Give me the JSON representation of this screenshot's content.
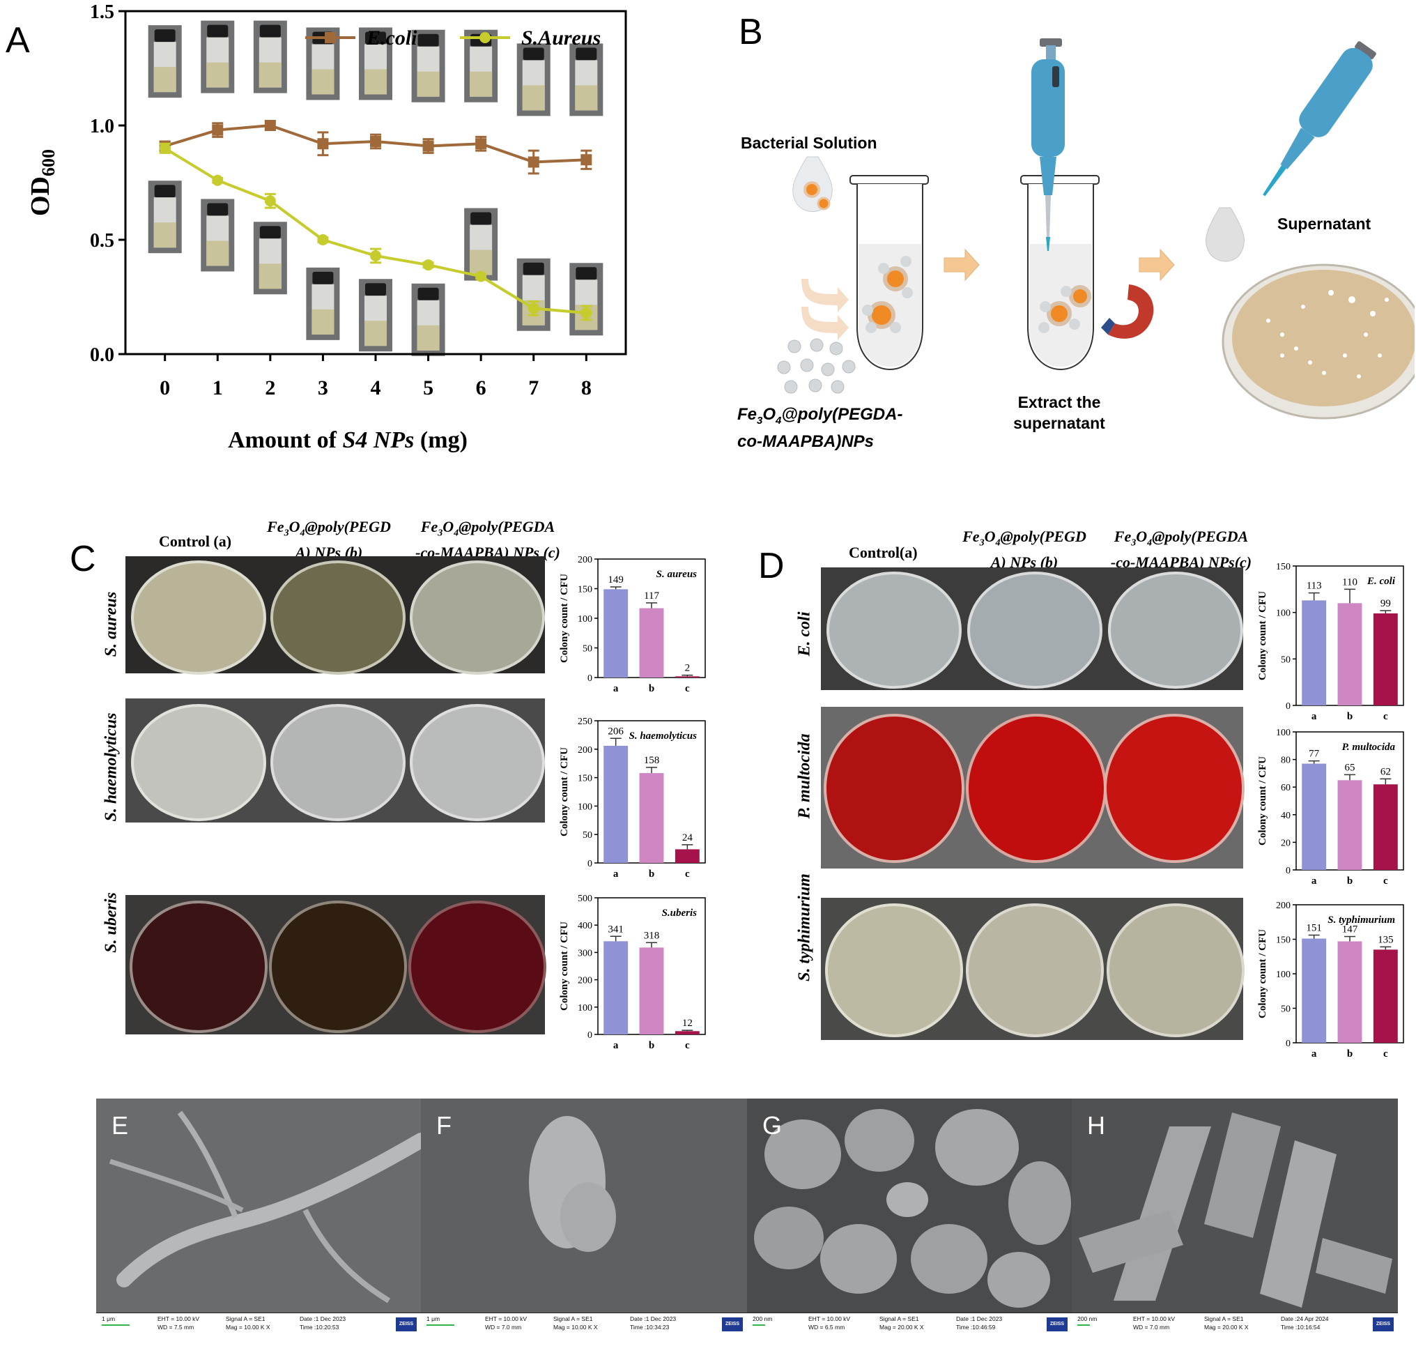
{
  "panels": {
    "A": "A",
    "B": "B",
    "C": "C",
    "D": "D",
    "E": "E",
    "F": "F",
    "G": "G",
    "H": "H"
  },
  "colors": {
    "ecoli": "#a0693a",
    "saureus": "#c6cc2b",
    "bar_a": "#8f93d6",
    "bar_b": "#cf87c4",
    "bar_c": "#a6124a"
  },
  "chart_data": [
    {
      "type": "line",
      "panel": "A",
      "x": [
        0,
        1,
        2,
        3,
        4,
        5,
        6,
        7,
        8
      ],
      "xlabel_prefix": "Amount of ",
      "xlabel_italic": "S4 NPs",
      "xlabel_suffix": " (mg)",
      "ylabel": "OD",
      "ylabel_sub": "600",
      "ylim": [
        0,
        1.5
      ],
      "yticks": [
        "0.0",
        "0.5",
        "1.0",
        "1.5"
      ],
      "legend_position": "top",
      "series": [
        {
          "name": "E.coli",
          "color": "#a0693a",
          "marker": "square",
          "values": [
            0.91,
            0.98,
            1.0,
            0.92,
            0.93,
            0.91,
            0.92,
            0.84,
            0.85
          ],
          "errors": [
            0.02,
            0.03,
            0.02,
            0.05,
            0.03,
            0.03,
            0.03,
            0.05,
            0.04
          ]
        },
        {
          "name": "S.Aureus",
          "color": "#c6cc2b",
          "marker": "circle",
          "values": [
            0.9,
            0.76,
            0.67,
            0.5,
            0.43,
            0.39,
            0.34,
            0.2,
            0.18
          ],
          "errors": [
            0.02,
            0.01,
            0.03,
            0.01,
            0.03,
            0.01,
            0.01,
            0.03,
            0.03
          ]
        }
      ]
    },
    {
      "type": "bar",
      "panel": "C",
      "title": "S. aureus",
      "categories": [
        "a",
        "b",
        "c"
      ],
      "values": [
        149,
        117,
        2
      ],
      "errors": [
        4,
        9,
        2
      ],
      "ylim": [
        0,
        200
      ],
      "yticks": [
        "0",
        "50",
        "100",
        "150",
        "200"
      ],
      "ylabel": "Colony count / CFU"
    },
    {
      "type": "bar",
      "panel": "C",
      "title": "S. haemolyticus",
      "categories": [
        "a",
        "b",
        "c"
      ],
      "values": [
        206,
        158,
        24
      ],
      "errors": [
        13,
        10,
        8
      ],
      "ylim": [
        0,
        250
      ],
      "yticks": [
        "0",
        "50",
        "100",
        "150",
        "200",
        "250"
      ],
      "ylabel": "Colony count / CFU"
    },
    {
      "type": "bar",
      "panel": "C",
      "title": "S.uberis",
      "categories": [
        "a",
        "b",
        "c"
      ],
      "values": [
        341,
        318,
        12
      ],
      "errors": [
        18,
        18,
        3
      ],
      "ylim": [
        0,
        500
      ],
      "yticks": [
        "0",
        "100",
        "200",
        "300",
        "400",
        "500"
      ],
      "ylabel": "Colony count / CFU"
    },
    {
      "type": "bar",
      "panel": "D",
      "title": "E. coli",
      "categories": [
        "a",
        "b",
        "c"
      ],
      "values": [
        113,
        110,
        99
      ],
      "errors": [
        8,
        15,
        3
      ],
      "ylim": [
        0,
        150
      ],
      "yticks": [
        "0",
        "50",
        "100",
        "150"
      ],
      "ylabel": "Colony count / CFU"
    },
    {
      "type": "bar",
      "panel": "D",
      "title": "P. multocida",
      "categories": [
        "a",
        "b",
        "c"
      ],
      "values": [
        77,
        65,
        62
      ],
      "errors": [
        2,
        4,
        4
      ],
      "ylim": [
        0,
        100
      ],
      "yticks": [
        "0",
        "20",
        "40",
        "60",
        "80",
        "100"
      ],
      "ylabel": "Colony count / CFU"
    },
    {
      "type": "bar",
      "panel": "D",
      "title": "S. typhimurium",
      "categories": [
        "a",
        "b",
        "c"
      ],
      "values": [
        151,
        147,
        135
      ],
      "errors": [
        5,
        7,
        4
      ],
      "ylim": [
        0,
        200
      ],
      "yticks": [
        "0",
        "50",
        "100",
        "150",
        "200"
      ],
      "ylabel": "Colony count / CFU"
    }
  ],
  "diagram_B": {
    "bacterial_solution": "Bacterial Solution",
    "np_line1": "Fe",
    "np_sub1": "3",
    "np_mid": "O",
    "np_sub2": "4",
    "np_rest1": "@poly(PEGDA-",
    "np_line2": "co-MAAPBA)NPs",
    "extract_line1": "Extract the",
    "extract_line2": "supernatant",
    "supernatant": "Supernatant"
  },
  "panel_C": {
    "col_a": "Control (a)",
    "col_b_1": "Fe",
    "col_b_sub1": "3",
    "col_b_mid": "O",
    "col_b_sub2": "4",
    "col_b_rest": "@poly(PEGD",
    "col_b_line2": "A) NPs (b)",
    "col_c_line1_rest": "@poly(PEGDA",
    "col_c_line2": "-co-MAAPBA) NPs (c)",
    "rows": [
      "S. aureus",
      "S. haemolyticus",
      "S. uberis"
    ]
  },
  "panel_D": {
    "col_a": "Control(a)",
    "col_b_rest": "@poly(PEGD",
    "col_b_line2": "A) NPs (b)",
    "col_c_rest": "@poly(PEGDA",
    "col_c_line2": "-co-MAAPBA) NPs(c)",
    "rows": [
      "E. coli",
      "P. multocida",
      "S. typhimurium"
    ]
  },
  "sem": [
    {
      "letter": "E",
      "scale": "1 μm",
      "eht": "EHT = 10.00 kV",
      "wd": "WD = 7.5 mm",
      "signal": "Signal A = SE1",
      "mag": "Mag = 10.00 K X",
      "date": "Date :1 Dec 2023",
      "time": "Time :10:20:53"
    },
    {
      "letter": "F",
      "scale": "1 μm",
      "eht": "EHT = 10.00 kV",
      "wd": "WD = 7.0 mm",
      "signal": "Signal A = SE1",
      "mag": "Mag = 10.00 K X",
      "date": "Date :1 Dec 2023",
      "time": "Time :10:34:23"
    },
    {
      "letter": "G",
      "scale": "200 nm",
      "eht": "EHT = 10.00 kV",
      "wd": "WD = 6.5 mm",
      "signal": "Signal A = SE1",
      "mag": "Mag = 20.00 K X",
      "date": "Date :1 Dec 2023",
      "time": "Time :10:46:59"
    },
    {
      "letter": "H",
      "scale": "200 nm",
      "eht": "EHT = 10.00 kV",
      "wd": "WD = 7.0 mm",
      "signal": "Signal A = SE1",
      "mag": "Mag = 20.00 K X",
      "date": "Date :24 Apr 2024",
      "time": "Time :10:16:54"
    }
  ],
  "zeiss": "ZEISS"
}
